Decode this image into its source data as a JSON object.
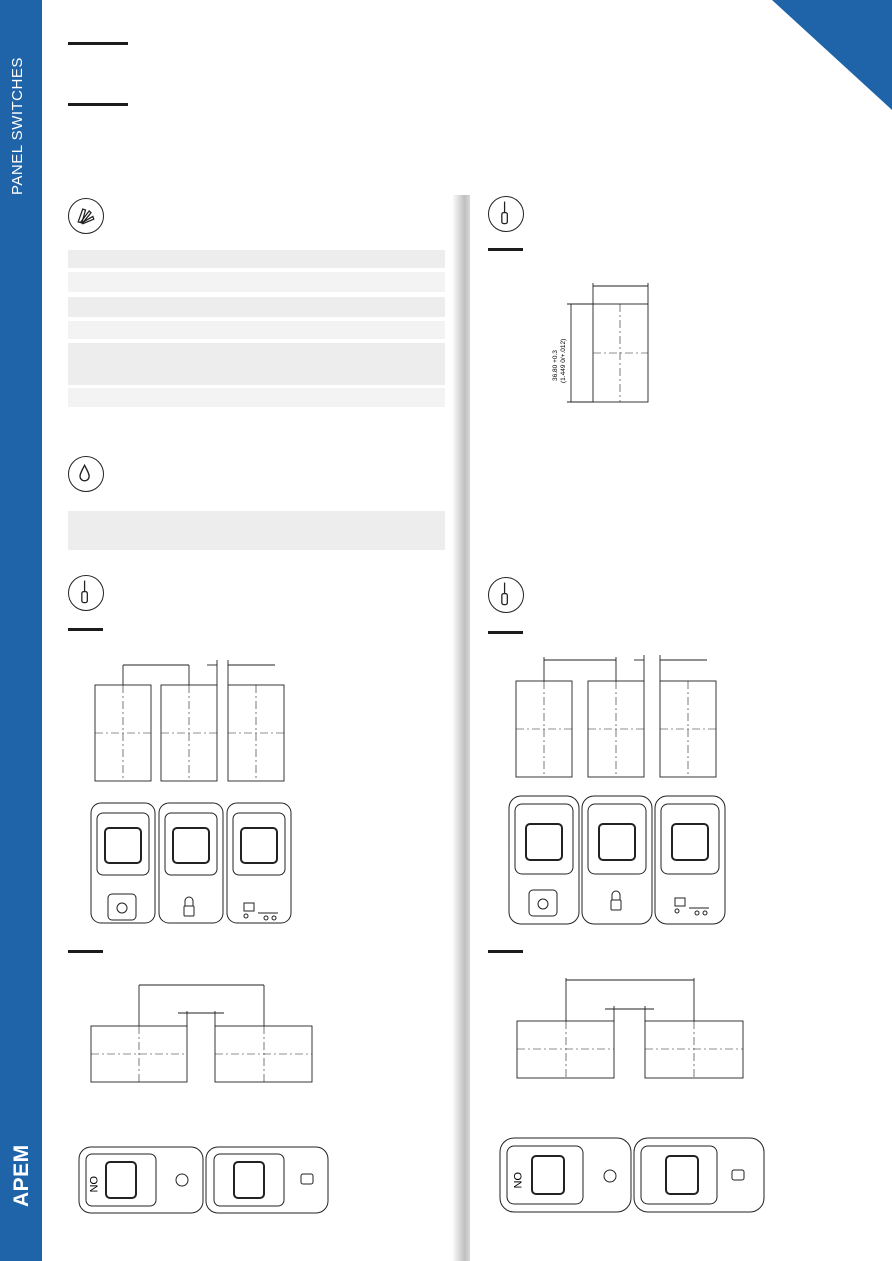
{
  "page": {
    "side_title": "PANEL SWITCHES",
    "logo": "APEM",
    "brand_color": "#1f63a8",
    "row_color": "#ededed"
  },
  "icons": [
    "material-swatch-icon",
    "water-drop-icon",
    "screwdriver-icon"
  ],
  "panel_cutout": {
    "dimension_mm": "36.80 +0.3",
    "dimension_in": "(1.449 0/+.012)"
  },
  "switch_legends": {
    "on_label": "ON"
  }
}
